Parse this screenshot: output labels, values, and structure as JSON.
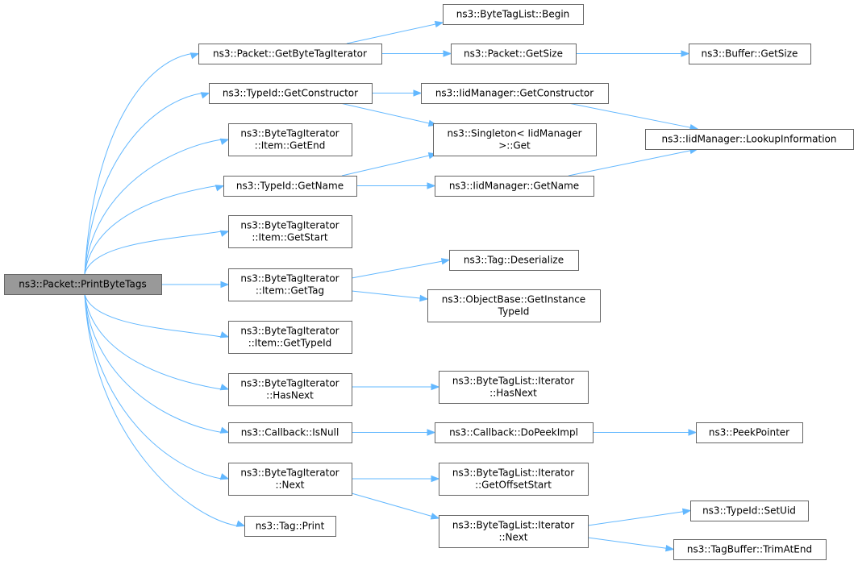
{
  "title": "",
  "colors": {
    "edge": "#63b8ff",
    "node_border": "#666666",
    "root_fill": "#999999",
    "node_fill": "#ffffff"
  },
  "nodes": {
    "root": {
      "lines": [
        "ns3::Packet::PrintByteTags"
      ]
    },
    "getByteTagIterator": {
      "lines": [
        "ns3::Packet::GetByteTagIterator"
      ]
    },
    "getConstructor": {
      "lines": [
        "ns3::TypeId::GetConstructor"
      ]
    },
    "itemGetEnd": {
      "lines": [
        "ns3::ByteTagIterator",
        "::Item::GetEnd"
      ]
    },
    "typeIdGetName": {
      "lines": [
        "ns3::TypeId::GetName"
      ]
    },
    "itemGetStart": {
      "lines": [
        "ns3::ByteTagIterator",
        "::Item::GetStart"
      ]
    },
    "itemGetTag": {
      "lines": [
        "ns3::ByteTagIterator",
        "::Item::GetTag"
      ]
    },
    "itemGetTypeId": {
      "lines": [
        "ns3::ByteTagIterator",
        "::Item::GetTypeId"
      ]
    },
    "iterHasNext": {
      "lines": [
        "ns3::ByteTagIterator",
        "::HasNext"
      ]
    },
    "callbackIsNull": {
      "lines": [
        "ns3::Callback::IsNull"
      ]
    },
    "iterNext": {
      "lines": [
        "ns3::ByteTagIterator",
        "::Next"
      ]
    },
    "tagPrint": {
      "lines": [
        "ns3::Tag::Print"
      ]
    },
    "tagListBegin": {
      "lines": [
        "ns3::ByteTagList::Begin"
      ]
    },
    "packetGetSize": {
      "lines": [
        "ns3::Packet::GetSize"
      ]
    },
    "iidGetConstructor": {
      "lines": [
        "ns3::IidManager::GetConstructor"
      ]
    },
    "singletonGet": {
      "lines": [
        "ns3::Singleton< IidManager",
        ">::Get"
      ]
    },
    "iidGetName": {
      "lines": [
        "ns3::IidManager::GetName"
      ]
    },
    "tagDeserialize": {
      "lines": [
        "ns3::Tag::Deserialize"
      ]
    },
    "objectBaseGetInstance": {
      "lines": [
        "ns3::ObjectBase::GetInstance",
        "TypeId"
      ]
    },
    "tagListIterHasNext": {
      "lines": [
        "ns3::ByteTagList::Iterator",
        "::HasNext"
      ]
    },
    "callbackDoPeekImpl": {
      "lines": [
        "ns3::Callback::DoPeekImpl"
      ]
    },
    "tagListIterGetOffsetStart": {
      "lines": [
        "ns3::ByteTagList::Iterator",
        "::GetOffsetStart"
      ]
    },
    "tagListIterNext": {
      "lines": [
        "ns3::ByteTagList::Iterator",
        "::Next"
      ]
    },
    "bufferGetSize": {
      "lines": [
        "ns3::Buffer::GetSize"
      ]
    },
    "lookupInformation": {
      "lines": [
        "ns3::IidManager::LookupInformation"
      ]
    },
    "peekPointer": {
      "lines": [
        "ns3::PeekPointer"
      ]
    },
    "typeIdSetUid": {
      "lines": [
        "ns3::TypeId::SetUid"
      ]
    },
    "tagBufferTrimAtEnd": {
      "lines": [
        "ns3::TagBuffer::TrimAtEnd"
      ]
    }
  },
  "edges": [
    [
      "root",
      "getByteTagIterator"
    ],
    [
      "root",
      "getConstructor"
    ],
    [
      "root",
      "itemGetEnd"
    ],
    [
      "root",
      "typeIdGetName"
    ],
    [
      "root",
      "itemGetStart"
    ],
    [
      "root",
      "itemGetTag"
    ],
    [
      "root",
      "itemGetTypeId"
    ],
    [
      "root",
      "iterHasNext"
    ],
    [
      "root",
      "callbackIsNull"
    ],
    [
      "root",
      "iterNext"
    ],
    [
      "root",
      "tagPrint"
    ],
    [
      "getByteTagIterator",
      "tagListBegin"
    ],
    [
      "getByteTagIterator",
      "packetGetSize"
    ],
    [
      "packetGetSize",
      "bufferGetSize"
    ],
    [
      "getConstructor",
      "iidGetConstructor"
    ],
    [
      "getConstructor",
      "singletonGet"
    ],
    [
      "iidGetConstructor",
      "lookupInformation"
    ],
    [
      "typeIdGetName",
      "singletonGet"
    ],
    [
      "typeIdGetName",
      "iidGetName"
    ],
    [
      "iidGetName",
      "lookupInformation"
    ],
    [
      "itemGetTag",
      "tagDeserialize"
    ],
    [
      "itemGetTag",
      "objectBaseGetInstance"
    ],
    [
      "iterHasNext",
      "tagListIterHasNext"
    ],
    [
      "callbackIsNull",
      "callbackDoPeekImpl"
    ],
    [
      "callbackDoPeekImpl",
      "peekPointer"
    ],
    [
      "iterNext",
      "tagListIterGetOffsetStart"
    ],
    [
      "iterNext",
      "tagListIterNext"
    ],
    [
      "tagListIterNext",
      "typeIdSetUid"
    ],
    [
      "tagListIterNext",
      "tagBufferTrimAtEnd"
    ]
  ]
}
